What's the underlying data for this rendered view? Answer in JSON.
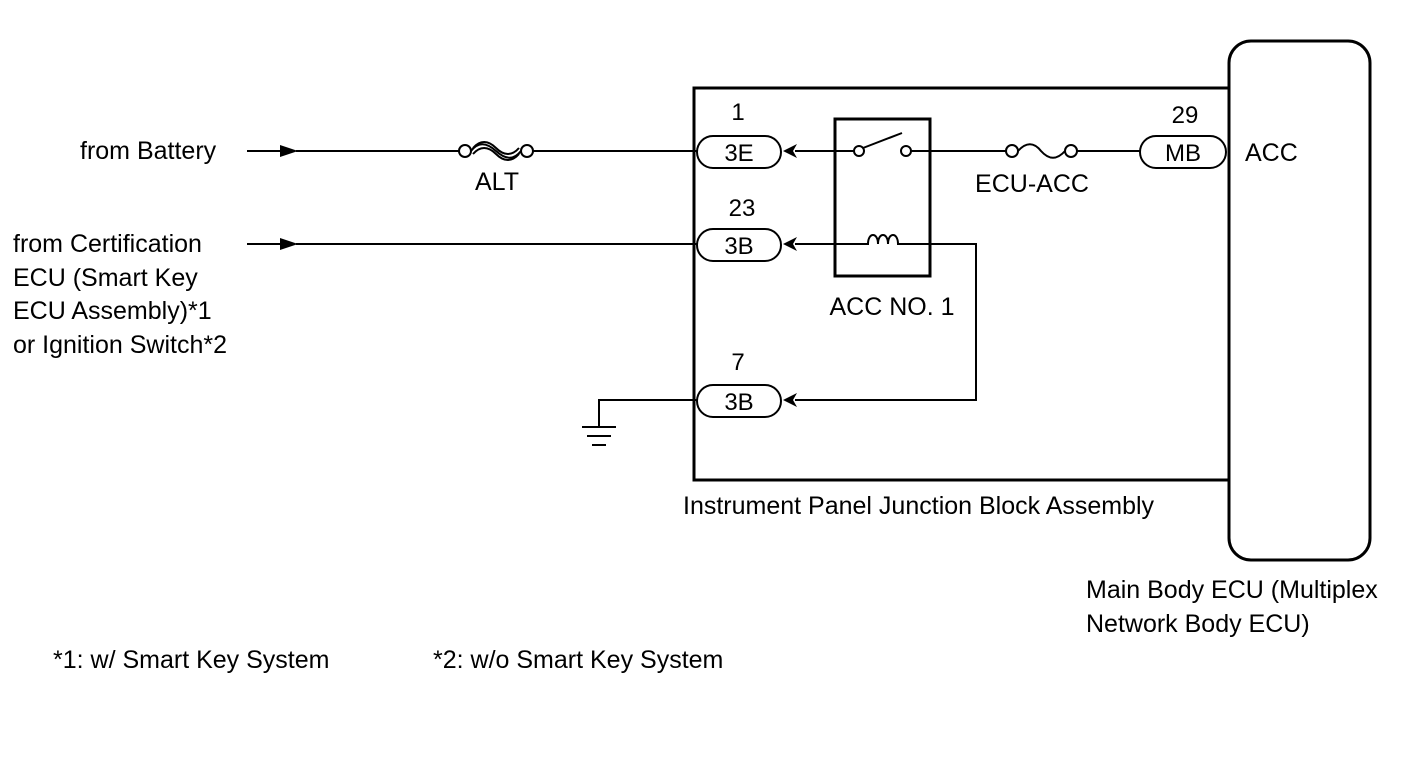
{
  "sources": {
    "battery": "from Battery",
    "certification_lines": [
      "from Certification",
      "ECU (Smart Key",
      "ECU Assembly)*1",
      "or Ignition Switch*2"
    ]
  },
  "fuses": {
    "alt": "ALT",
    "ecu_acc": "ECU-ACC"
  },
  "relay": {
    "label": "ACC NO. 1"
  },
  "connectors": {
    "c1": {
      "pin": "1",
      "code": "3E"
    },
    "c2": {
      "pin": "23",
      "code": "3B"
    },
    "c3": {
      "pin": "7",
      "code": "3B"
    },
    "c4": {
      "pin": "29",
      "code": "MB"
    }
  },
  "junction_block": {
    "label": "Instrument Panel Junction Block Assembly"
  },
  "main_ecu": {
    "terminal": "ACC",
    "label_lines": [
      "Main Body ECU (Multiplex",
      "Network Body ECU)"
    ]
  },
  "footnotes": {
    "note1": "*1: w/ Smart Key System",
    "note2": "*2: w/o Smart Key System"
  }
}
